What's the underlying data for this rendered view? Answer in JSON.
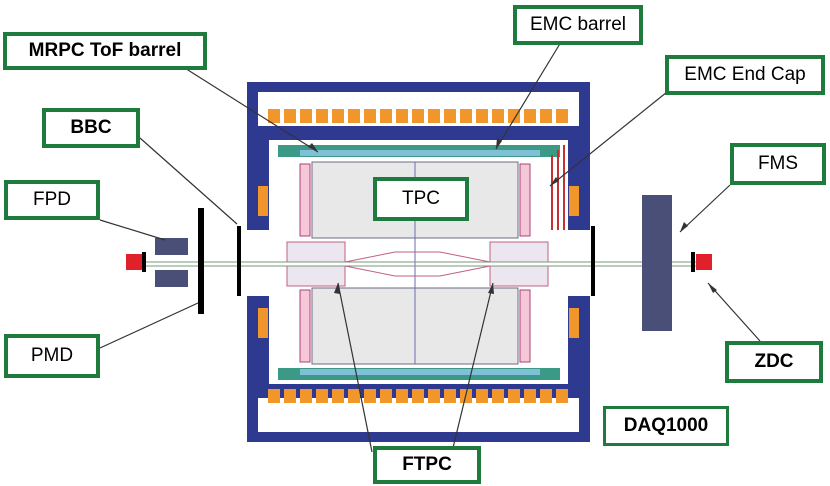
{
  "labels": {
    "mrpc": "MRPC ToF barrel",
    "emc_barrel": "EMC barrel",
    "emc_endcap": "EMC End Cap",
    "bbc": "BBC",
    "fpd": "FPD",
    "tpc": "TPC",
    "fms": "FMS",
    "pmd": "PMD",
    "zdc": "ZDC",
    "daq": "DAQ1000",
    "ftpc": "FTPC"
  },
  "colors": {
    "label_border": "#1f7a3e",
    "magnet_blue": "#2e3a8f",
    "magnet_orange": "#f0962a",
    "tpc_fill": "#e8e8e8",
    "tof_teal": "#3a9a86",
    "zdc_red": "#e0202a",
    "fms_slate": "#4a4f78"
  }
}
